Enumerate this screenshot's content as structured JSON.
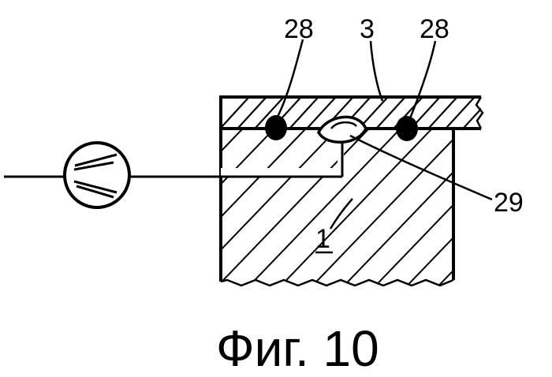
{
  "labels": {
    "seal_left": "28",
    "cover": "3",
    "seal_right": "28",
    "cavity": "29",
    "body": "1"
  },
  "caption": "Фиг. 10",
  "colors": {
    "ink": "#000000",
    "paper": "#ffffff"
  }
}
